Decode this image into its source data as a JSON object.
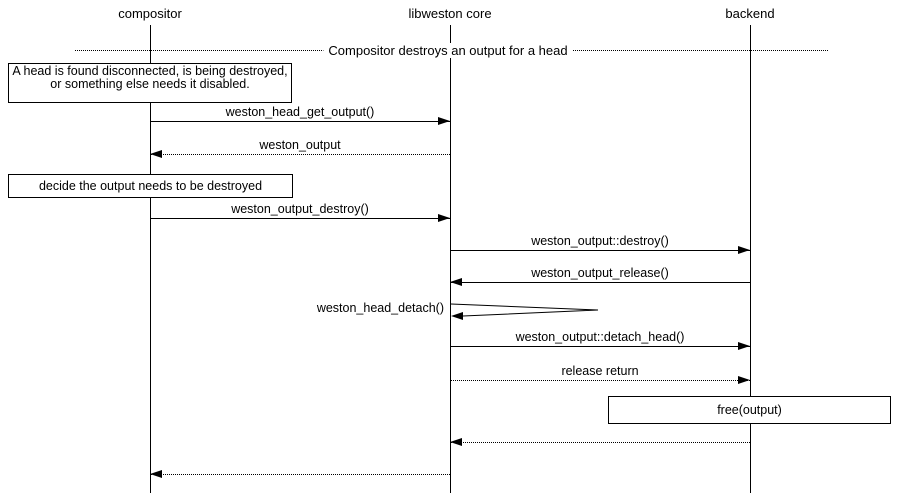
{
  "diagram_title": "Compositor destroys an output for a head",
  "colors": {
    "line": "#000000",
    "background": "#ffffff"
  },
  "actors": [
    {
      "id": "compositor",
      "label": "compositor"
    },
    {
      "id": "libweston-core",
      "label": "libweston core"
    },
    {
      "id": "backend",
      "label": "backend"
    }
  ],
  "divider": {
    "label": "Compositor destroys an output for a head"
  },
  "notes": {
    "head_disconnected": "A head is found disconnected, is being destroyed, or something else needs it disabled.",
    "decide_destroy": "decide the output needs to be destroyed",
    "free_output": "free(output)"
  },
  "messages": [
    {
      "label": "weston_head_get_output()",
      "from": "compositor",
      "to": "libweston core",
      "line": "solid"
    },
    {
      "label": "weston_output",
      "from": "libweston core",
      "to": "compositor",
      "line": "dotted"
    },
    {
      "label": "weston_output_destroy()",
      "from": "compositor",
      "to": "libweston core",
      "line": "solid"
    },
    {
      "label": "weston_output::destroy()",
      "from": "libweston core",
      "to": "backend",
      "line": "solid"
    },
    {
      "label": "weston_output_release()",
      "from": "backend",
      "to": "libweston core",
      "line": "solid"
    },
    {
      "label": "weston_head_detach()",
      "from": "libweston core",
      "to": "libweston core",
      "line": "self"
    },
    {
      "label": "weston_output::detach_head()",
      "from": "libweston core",
      "to": "backend",
      "line": "solid"
    },
    {
      "label": "release return",
      "from": "libweston core",
      "to": "backend",
      "line": "dotted"
    },
    {
      "label": "",
      "from": "backend",
      "to": "libweston core",
      "line": "dotted"
    },
    {
      "label": "",
      "from": "libweston core",
      "to": "compositor",
      "line": "dotted"
    }
  ]
}
